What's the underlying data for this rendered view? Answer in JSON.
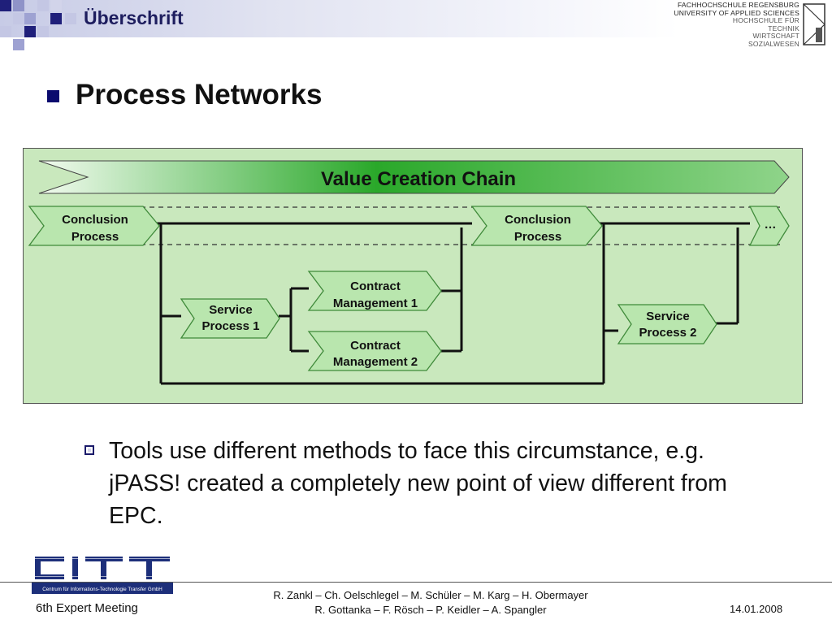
{
  "header": {
    "title": "Überschrift",
    "university": [
      "FACHHOCHSCHULE REGENSBURG",
      "UNIVERSITY OF APPLIED SCIENCES",
      "HOCHSCHULE FÜR",
      "TECHNIK",
      "WIRTSCHAFT",
      "SOZIALWESEN"
    ]
  },
  "slide": {
    "title": "Process Networks",
    "bullet": "Tools use different methods to face this circumstance, e.g. jPASS! created a completely new point of view different from EPC."
  },
  "diagram": {
    "chain_label": "Value Creation Chain",
    "conclusion1": [
      "Conclusion",
      "Process"
    ],
    "conclusion2": [
      "Conclusion",
      "Process"
    ],
    "ellipsis": "…",
    "service1": [
      "Service",
      "Process 1"
    ],
    "service2": [
      "Service",
      "Process 2"
    ],
    "contract1": [
      "Contract",
      "Management 1"
    ],
    "contract2": [
      "Contract",
      "Management 2"
    ]
  },
  "footer": {
    "logo_caption": "Centrum für Informations-Technologie Transfer GmbH",
    "event": "6th Expert Meeting",
    "authors_line1": "R. Zankl – Ch. Oelschlegel – M. Schüler – M. Karg – H. Obermayer",
    "authors_line2": "R. Gottanka – F. Rösch – P. Keidler – A. Spangler",
    "date": "14.01.2008"
  },
  "colors": {
    "header_title": "#1d1d5e",
    "diagram_bg": "#c9e8bd",
    "shape_fill": "#b9e6ae",
    "shape_stroke": "#3f8a3a",
    "chain_green": "#1fa51f",
    "bullet_blue": "#0a0a6e"
  }
}
